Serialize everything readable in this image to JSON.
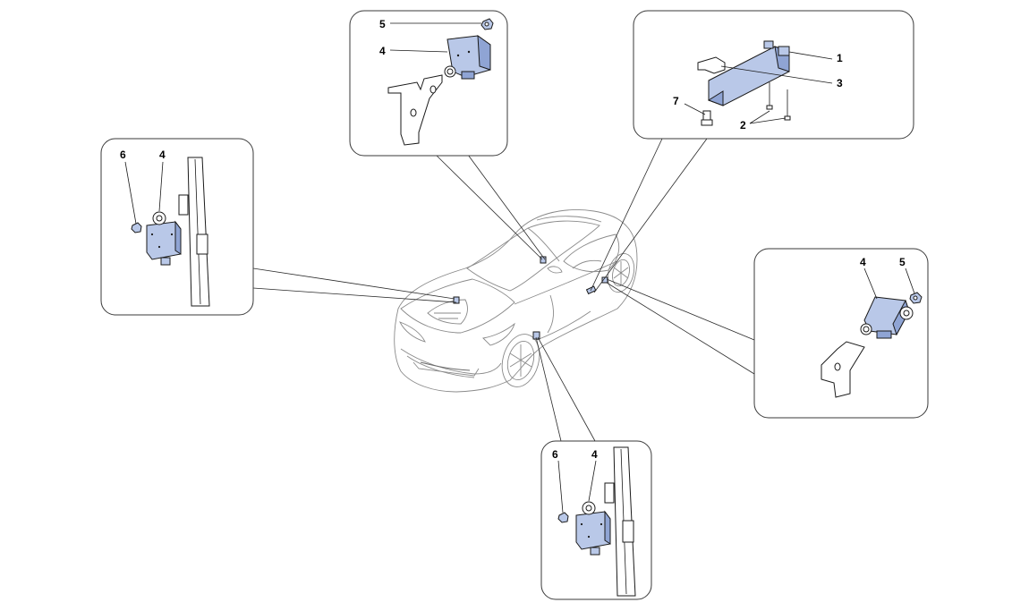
{
  "callouts": {
    "top_center": {
      "a": "5",
      "b": "4"
    },
    "top_right": {
      "a": "1",
      "b": "3",
      "c": "7",
      "d": "2"
    },
    "left": {
      "a": "6",
      "b": "4"
    },
    "right": {
      "a": "4",
      "b": "5"
    },
    "bottom": {
      "a": "6",
      "b": "4"
    }
  },
  "colors": {
    "part_fill": "#b9c8e8",
    "part_shade": "#8fa4d4",
    "outline": "#1a1a1a",
    "car_line": "#8a8a8a"
  }
}
